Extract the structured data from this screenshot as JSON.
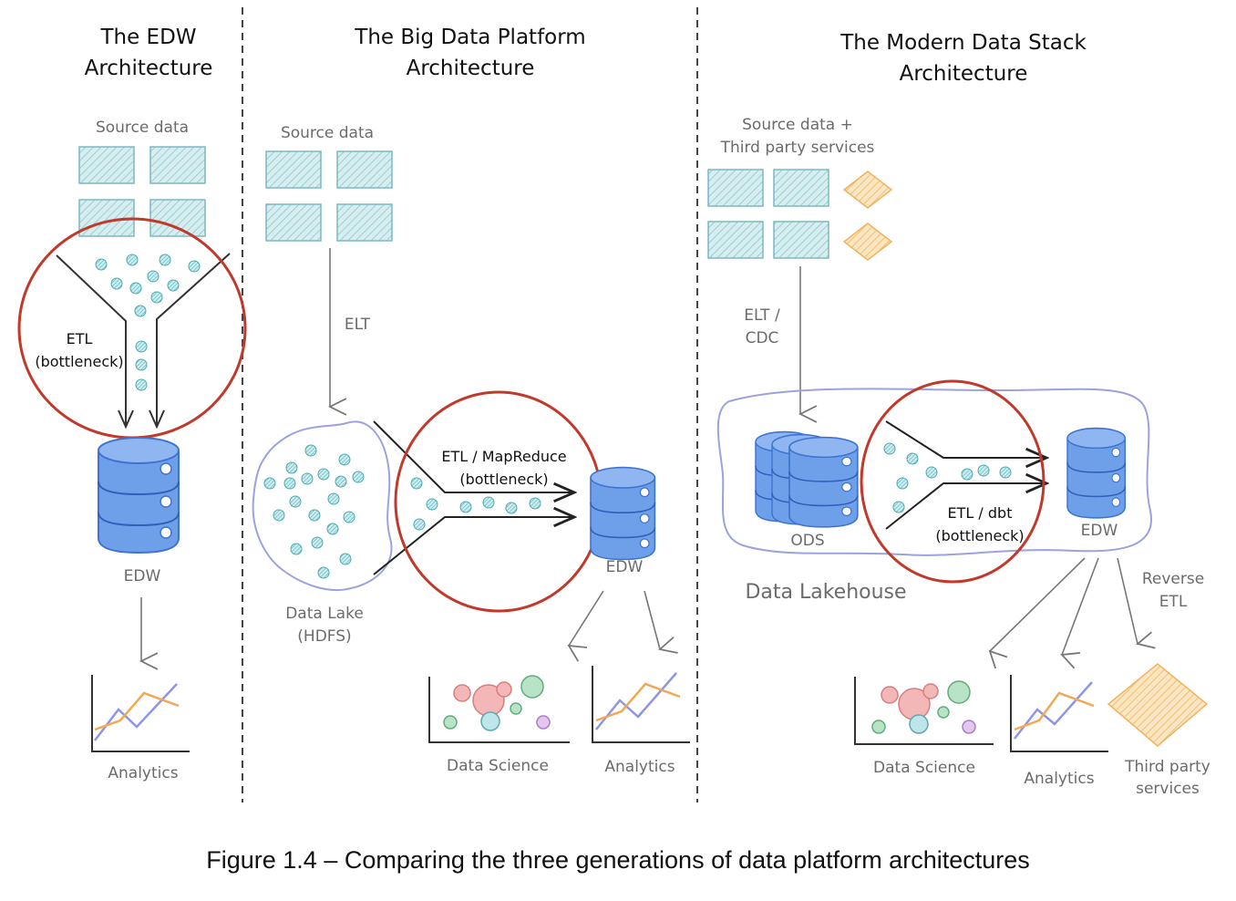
{
  "colors": {
    "source_fill": "#cfe8ec",
    "source_stroke": "#7db8c0",
    "dot": "#9fd4d8",
    "db_fill": "#6ea0ea",
    "db_dark": "#3e73d0",
    "bottleneck_circle": "#c0392b",
    "third_party": "#f3c47a",
    "lakehouse_outline": "#9aa3dd",
    "line_orange": "#f0a855",
    "line_blue": "#8d95e6"
  },
  "panels": {
    "edw": {
      "title_line1": "The EDW",
      "title_line2": "Architecture",
      "source_label": "Source data",
      "etl_label": "ETL",
      "etl_sub": "(bottleneck)",
      "warehouse_label": "EDW",
      "analytics_label": "Analytics"
    },
    "big_data": {
      "title_line1": "The Big Data Platform",
      "title_line2": "Architecture",
      "source_label": "Source data",
      "elt_label": "ELT",
      "lake_label_line1": "Data Lake",
      "lake_label_line2": "(HDFS)",
      "etl_label": "ETL / MapReduce",
      "etl_sub": "(bottleneck)",
      "warehouse_label": "EDW",
      "science_label": "Data Science",
      "analytics_label": "Analytics"
    },
    "modern": {
      "title_line1": "The Modern Data Stack",
      "title_line2": "Architecture",
      "source_label_line1": "Source data +",
      "source_label_line2": "Third party services",
      "elt_label_line1": "ELT /",
      "elt_label_line2": "CDC",
      "ods_label": "ODS",
      "etl_label": "ETL / dbt",
      "etl_sub": "(bottleneck)",
      "warehouse_label": "EDW",
      "lakehouse_label": "Data Lakehouse",
      "reverse_label_line1": "Reverse",
      "reverse_label_line2": "ETL",
      "science_label": "Data Science",
      "analytics_label": "Analytics",
      "third_party_line1": "Third party",
      "third_party_line2": "services"
    }
  },
  "caption": "Figure 1.4 – Comparing the three generations of data platform architectures"
}
